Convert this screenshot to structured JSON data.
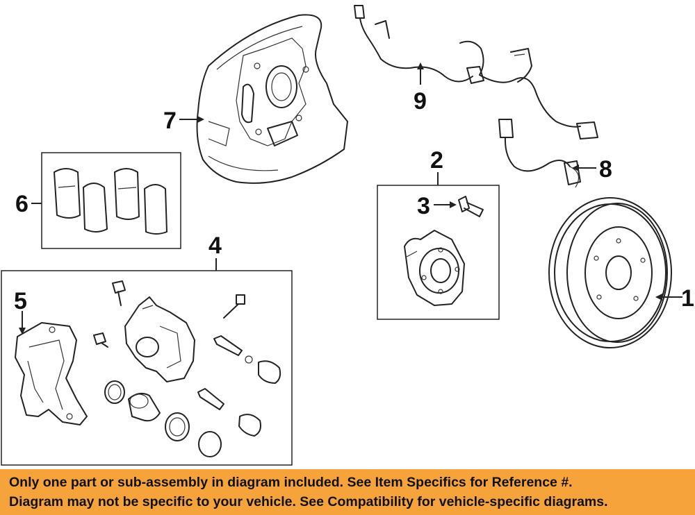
{
  "callouts": {
    "c1": "1",
    "c2": "2",
    "c3": "3",
    "c4": "4",
    "c5": "5",
    "c6": "6",
    "c7": "7",
    "c8": "8",
    "c9": "9"
  },
  "banner": {
    "line1": "Only one part or sub-assembly in diagram included. See Item Specifics for Reference #.",
    "line2": "Diagram may not be specific to your vehicle. See Compatibility for vehicle-specific diagrams."
  },
  "colors": {
    "banner_bg": "#f5a33a",
    "line": "#222222",
    "text": "#111111"
  }
}
